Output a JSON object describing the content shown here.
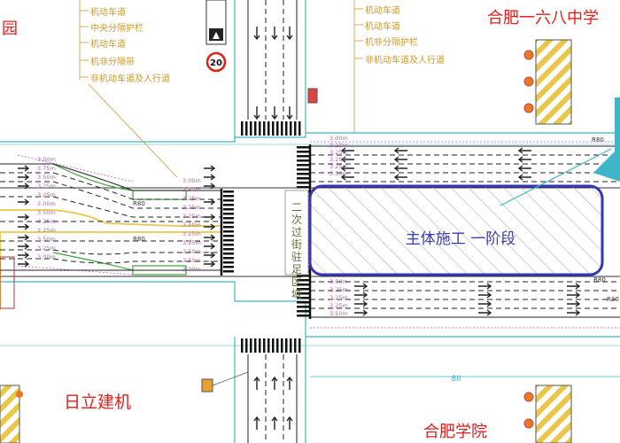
{
  "labels": {
    "school_left": "园",
    "school_right": "合肥一六八中学",
    "company": "日立建机",
    "school_bottom": "合肥学院",
    "construction": "主体施工 一阶段",
    "secondary_zone": "二次过街驻足区域",
    "speed_limit": "20",
    "bottom_dim": "8II"
  },
  "legend_top_left": [
    "机动车道",
    "中央分隔护栏",
    "机动车道",
    "机非分隔带",
    "非机动车道及人行道"
  ],
  "legend_top_right": [
    "机动车道",
    "机动车道",
    "机非分隔护栏",
    "非机动车道及人行道"
  ],
  "lane_widths_left": [
    "3.00m",
    "3.75m",
    "3.50m",
    "3.25m",
    "3.25m",
    "3.00m",
    "3.50m",
    "3.25m",
    "3.25m",
    "3.50m",
    "3.25m",
    "3.00m"
  ],
  "lane_widths_mid": [
    "3.00m",
    "3.50m",
    "3.25m",
    "3.25m",
    "3.25m",
    "3.50m",
    "3.25m",
    "3.25m",
    "3.50m",
    "3.50m",
    "3.00m"
  ],
  "lane_widths_right_top": [
    "3.00m",
    "3.25m",
    "3.25m",
    "3.25m",
    "3.25m",
    "3.50m"
  ],
  "lane_widths_right_bottom": [
    "3.50m",
    "3.25m",
    "3.25m",
    "3.25m",
    "3.50m"
  ],
  "road_tags": [
    "R80",
    "R80",
    "R80",
    "R30",
    "R80"
  ],
  "colors": {
    "cyan": "#3fb6c8",
    "construction_border": "#3535b5",
    "construction_text": "#3d3db0",
    "red_label": "#e0201c",
    "yellow": "#e8c84a",
    "green": "#3aa33a",
    "magenta": "#c15bc1",
    "orange_text": "#c89a2e"
  },
  "icons": [
    "speed-limit-sign",
    "traffic-signal-icon",
    "warning-barrier-icon",
    "callout-arrow"
  ]
}
